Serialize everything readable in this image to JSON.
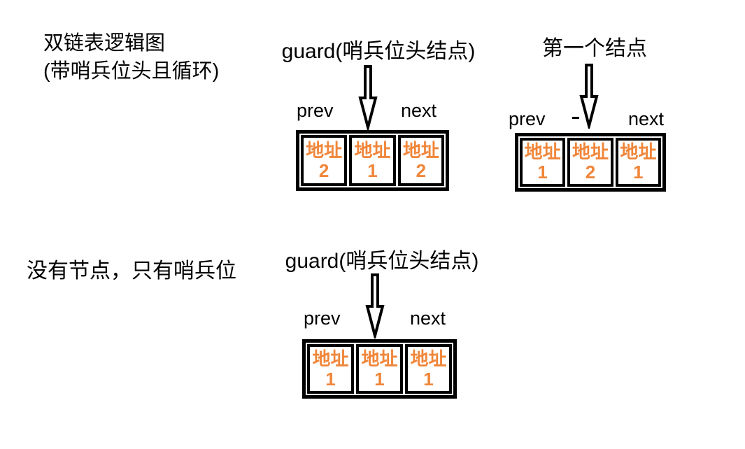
{
  "colors": {
    "address_text": "#F0863A",
    "ink": "#000000",
    "background": "#FFFFFF"
  },
  "captions": {
    "top_left_line1": "双链表逻辑图",
    "top_left_line2": "(带哨兵位头且循环)",
    "bottom_left": "没有节点，只有哨兵位"
  },
  "nodes": [
    {
      "title": "guard(哨兵位头结点)",
      "prev": "prev",
      "next": "next",
      "cells": [
        {
          "label": "地址",
          "value": "2"
        },
        {
          "label": "地址",
          "value": "1"
        },
        {
          "label": "地址",
          "value": "2"
        }
      ]
    },
    {
      "title": "第一个结点",
      "prev": "prev",
      "next": "next",
      "cells": [
        {
          "label": "地址",
          "value": "1"
        },
        {
          "label": "地址",
          "value": "2"
        },
        {
          "label": "地址",
          "value": "1"
        }
      ]
    },
    {
      "title": "guard(哨兵位头结点)",
      "prev": "prev",
      "next": "next",
      "cells": [
        {
          "label": "地址",
          "value": "1"
        },
        {
          "label": "地址",
          "value": "1"
        },
        {
          "label": "地址",
          "value": "1"
        }
      ]
    }
  ]
}
